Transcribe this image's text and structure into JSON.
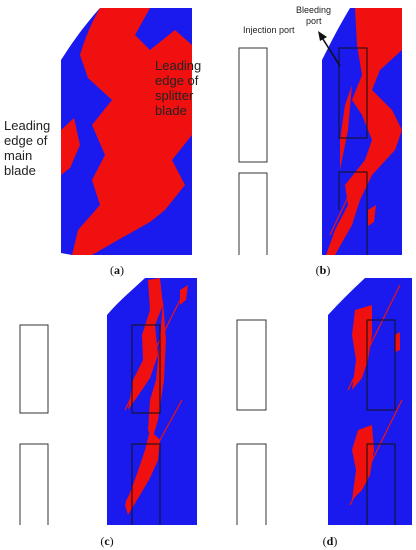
{
  "colors": {
    "blue": "#1a1aee",
    "red": "#f01010",
    "line": "#333333",
    "background": "#ffffff"
  },
  "panels": {
    "a": {
      "caption_letter": "a",
      "label_main": [
        "Leading",
        "edge of",
        "main",
        "blade"
      ],
      "label_splitter": [
        "Leading",
        "edge of",
        "splitter",
        "blade"
      ]
    },
    "b": {
      "caption_letter": "b",
      "label_injection": "Injection port",
      "label_bleeding": [
        "Bleeding",
        "port"
      ]
    },
    "c": {
      "caption_letter": "c"
    },
    "d": {
      "caption_letter": "d"
    }
  }
}
